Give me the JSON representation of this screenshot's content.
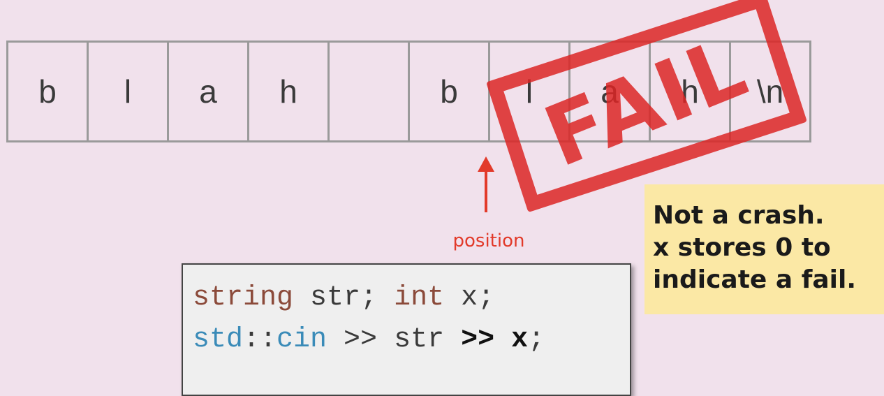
{
  "cells": [
    "b",
    "l",
    "a",
    "h",
    "",
    "b",
    "l",
    "a",
    "h",
    "\\n"
  ],
  "stamp": {
    "text": "FAIL",
    "color": "#dc2626"
  },
  "arrow": {
    "label": "position",
    "color": "#e23a2a"
  },
  "note": {
    "lines": [
      "Not a crash.",
      "x stores 0 to",
      "indicate a fail."
    ]
  },
  "code": {
    "line1": {
      "type_kw": "string",
      "mid": " str; ",
      "type_kw2": "int",
      "end": " x;"
    },
    "line2": {
      "ns": "std",
      "sep": "::",
      "obj": "cin",
      "mid": " >> str ",
      "op": ">> x",
      "end": ";"
    }
  }
}
